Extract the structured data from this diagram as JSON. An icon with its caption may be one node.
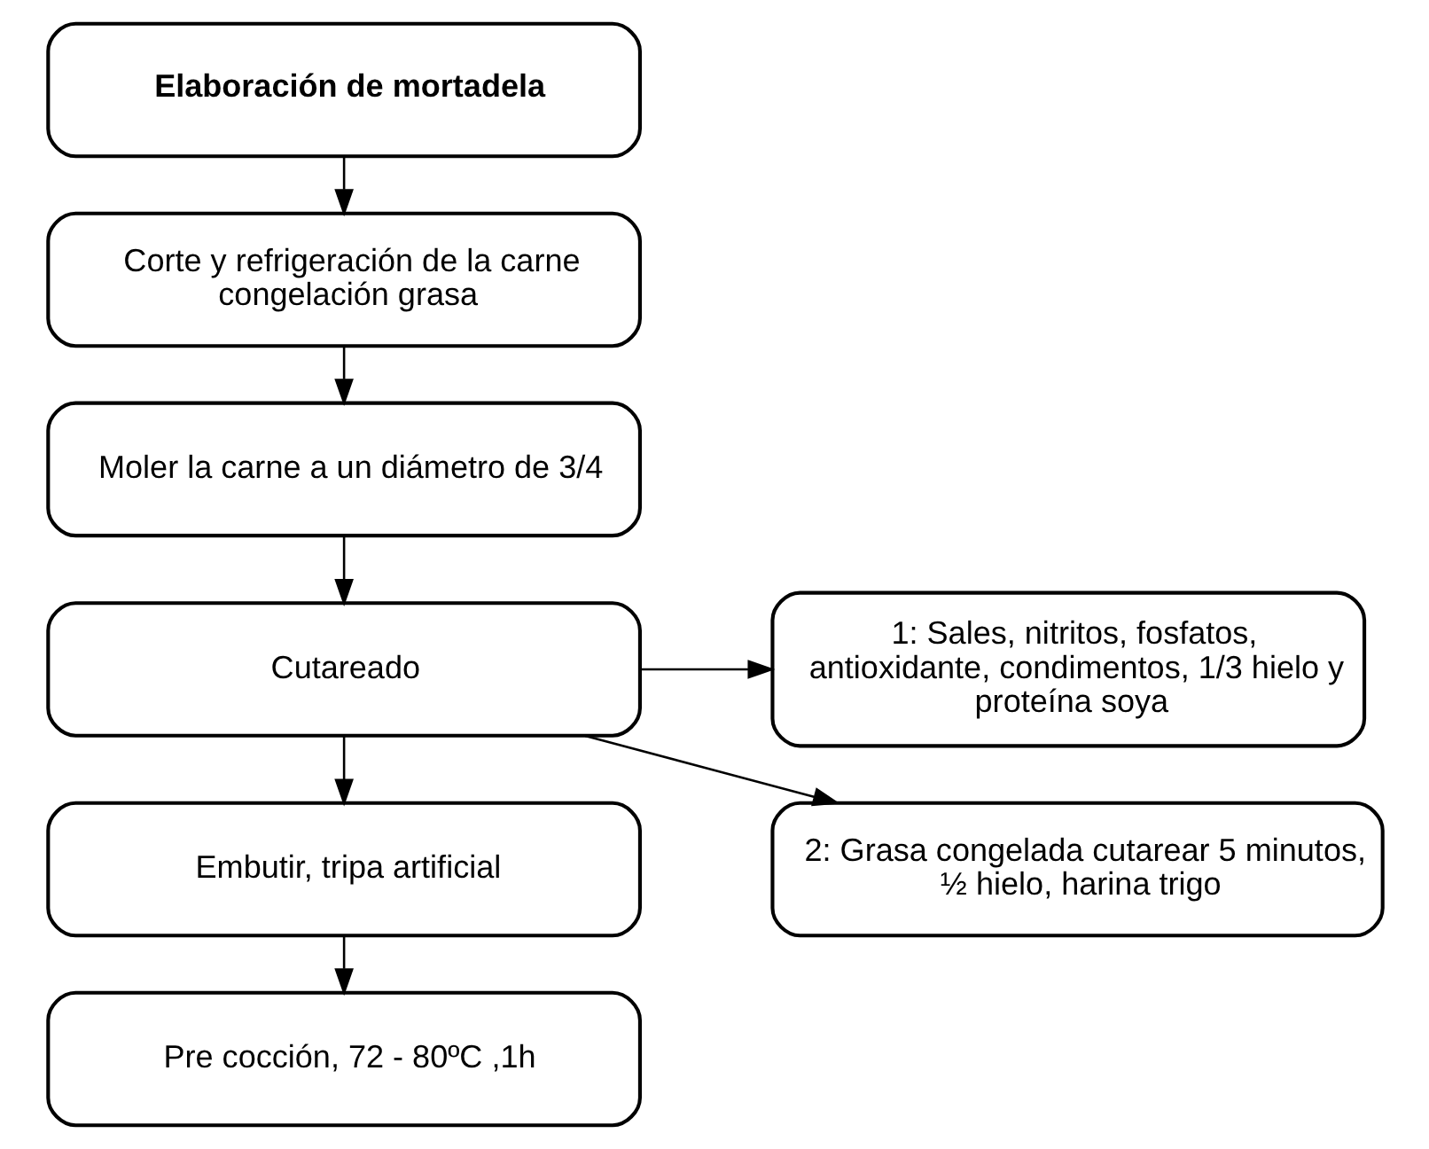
{
  "diagram": {
    "nodes": [
      {
        "text": [
          "Elaboración de mortadela"
        ]
      },
      {
        "text": [
          "Corte y refrigeración de la carne congelación grasa"
        ]
      },
      {
        "text": [
          "Moler la carne a un diámetro de 3/4"
        ]
      },
      {
        "text": [
          "Cutareado"
        ]
      },
      {
        "text": [
          "1: Sales, nitritos, fosfatos, antioxidante, condimentos, 1/3 hielo y proteína soya"
        ]
      },
      {
        "text": [
          "Embutir, tripa artificial"
        ]
      },
      {
        "text": [
          "2: Grasa congelada cutarear 5 minutos, ½ hielo, harina trigo"
        ]
      },
      {
        "text": [
          "Pre cocción, 72 - 80ºC ,1h"
        ]
      }
    ],
    "edges": [
      {
        "from": 0,
        "to": 1,
        "arrow": "to"
      },
      {
        "from": 1,
        "to": 2,
        "arrow": "to"
      },
      {
        "from": 2,
        "to": 3,
        "arrow": "to"
      },
      {
        "from": 3,
        "to": 4,
        "arrow": "to"
      },
      {
        "from": 3,
        "to": 6,
        "arrow": "to"
      },
      {
        "from": 3,
        "to": 5,
        "arrow": "to"
      },
      {
        "from": 5,
        "to": 7,
        "arrow": "to"
      }
    ]
  }
}
